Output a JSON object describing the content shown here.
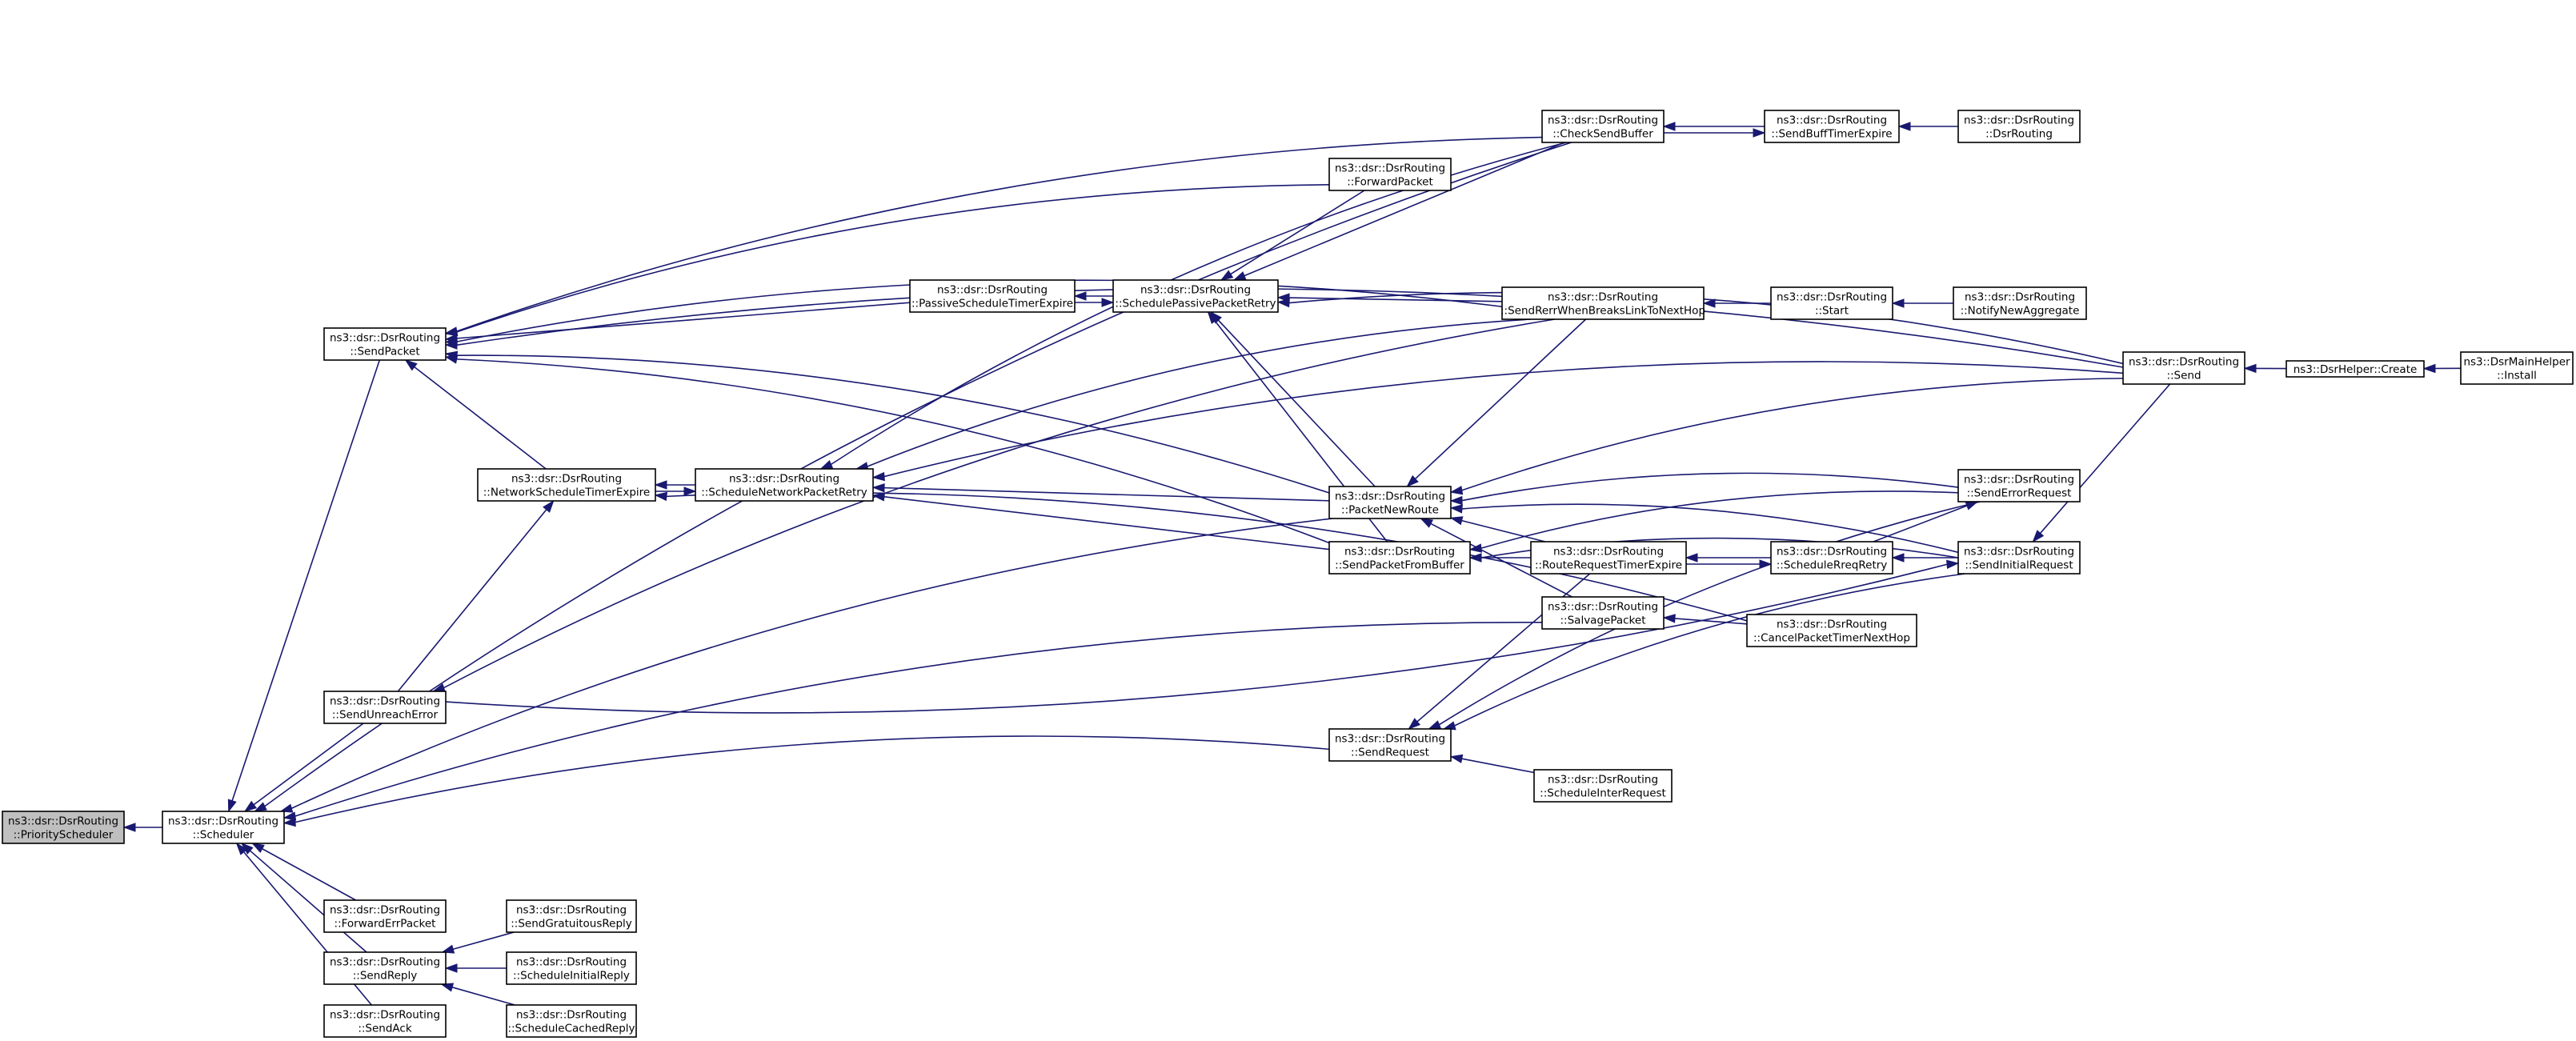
{
  "graph": {
    "type": "caller-graph",
    "nodes": [
      {
        "id": "PriorityScheduler",
        "lines": [
          "ns3::dsr::DsrRouting",
          "::PriorityScheduler"
        ],
        "highlighted": true
      },
      {
        "id": "Scheduler",
        "lines": [
          "ns3::dsr::DsrRouting",
          "::Scheduler"
        ]
      },
      {
        "id": "SendPacket",
        "lines": [
          "ns3::dsr::DsrRouting",
          "::SendPacket"
        ]
      },
      {
        "id": "NetworkScheduleTimerExpire",
        "lines": [
          "ns3::dsr::DsrRouting",
          "::NetworkScheduleTimerExpire"
        ]
      },
      {
        "id": "SendUnreachError",
        "lines": [
          "ns3::dsr::DsrRouting",
          "::SendUnreachError"
        ]
      },
      {
        "id": "ForwardErrPacket",
        "lines": [
          "ns3::dsr::DsrRouting",
          "::ForwardErrPacket"
        ]
      },
      {
        "id": "SendReply",
        "lines": [
          "ns3::dsr::DsrRouting",
          "::SendReply"
        ]
      },
      {
        "id": "SendAck",
        "lines": [
          "ns3::dsr::DsrRouting",
          "::SendAck"
        ]
      },
      {
        "id": "ScheduleNetworkPacketRetry",
        "lines": [
          "ns3::dsr::DsrRouting",
          "::ScheduleNetworkPacketRetry"
        ]
      },
      {
        "id": "SendGratuitousReply",
        "lines": [
          "ns3::dsr::DsrRouting",
          "::SendGratuitousReply"
        ]
      },
      {
        "id": "ScheduleInitialReply",
        "lines": [
          "ns3::dsr::DsrRouting",
          "::ScheduleInitialReply"
        ]
      },
      {
        "id": "ScheduleCachedReply",
        "lines": [
          "ns3::dsr::DsrRouting",
          "::ScheduleCachedReply"
        ]
      },
      {
        "id": "PassiveScheduleTimerExpire",
        "lines": [
          "ns3::dsr::DsrRouting",
          "::PassiveScheduleTimerExpire"
        ]
      },
      {
        "id": "SchedulePassivePacketRetry",
        "lines": [
          "ns3::dsr::DsrRouting",
          "::SchedulePassivePacketRetry"
        ]
      },
      {
        "id": "ForwardPacket",
        "lines": [
          "ns3::dsr::DsrRouting",
          "::ForwardPacket"
        ]
      },
      {
        "id": "PacketNewRoute",
        "lines": [
          "ns3::dsr::DsrRouting",
          "::PacketNewRoute"
        ]
      },
      {
        "id": "SendPacketFromBuffer",
        "lines": [
          "ns3::dsr::DsrRouting",
          "::SendPacketFromBuffer"
        ]
      },
      {
        "id": "SendRequest",
        "lines": [
          "ns3::dsr::DsrRouting",
          "::SendRequest"
        ]
      },
      {
        "id": "CheckSendBuffer",
        "lines": [
          "ns3::dsr::DsrRouting",
          "::CheckSendBuffer"
        ]
      },
      {
        "id": "SendRerrWhenBreaksLinkToNextHop",
        "lines": [
          "ns3::dsr::DsrRouting",
          "::SendRerrWhenBreaksLinkToNextHop"
        ]
      },
      {
        "id": "RouteRequestTimerExpire",
        "lines": [
          "ns3::dsr::DsrRouting",
          "::RouteRequestTimerExpire"
        ]
      },
      {
        "id": "SalvagePacket",
        "lines": [
          "ns3::dsr::DsrRouting",
          "::SalvagePacket"
        ]
      },
      {
        "id": "ScheduleInterRequest",
        "lines": [
          "ns3::dsr::DsrRouting",
          "::ScheduleInterRequest"
        ]
      },
      {
        "id": "SendBuffTimerExpire",
        "lines": [
          "ns3::dsr::DsrRouting",
          "::SendBuffTimerExpire"
        ]
      },
      {
        "id": "Start",
        "lines": [
          "ns3::dsr::DsrRouting",
          "::Start"
        ]
      },
      {
        "id": "ScheduleRreqRetry",
        "lines": [
          "ns3::dsr::DsrRouting",
          "::ScheduleRreqRetry"
        ]
      },
      {
        "id": "CancelPacketTimerNextHop",
        "lines": [
          "ns3::dsr::DsrRouting",
          "::CancelPacketTimerNextHop"
        ]
      },
      {
        "id": "DsrRouting",
        "lines": [
          "ns3::dsr::DsrRouting",
          "::DsrRouting"
        ]
      },
      {
        "id": "NotifyNewAggregate",
        "lines": [
          "ns3::dsr::DsrRouting",
          "::NotifyNewAggregate"
        ]
      },
      {
        "id": "SendErrorRequest",
        "lines": [
          "ns3::dsr::DsrRouting",
          "::SendErrorRequest"
        ]
      },
      {
        "id": "SendInitialRequest",
        "lines": [
          "ns3::dsr::DsrRouting",
          "::SendInitialRequest"
        ]
      },
      {
        "id": "Send",
        "lines": [
          "ns3::dsr::DsrRouting",
          "::Send"
        ]
      },
      {
        "id": "DsrHelperCreate",
        "lines": [
          "ns3::DsrHelper::Create"
        ]
      },
      {
        "id": "DsrMainHelperInstall",
        "lines": [
          "ns3::DsrMainHelper",
          "::Install"
        ]
      }
    ],
    "edges": [
      {
        "from": "Scheduler",
        "to": "PriorityScheduler"
      },
      {
        "from": "SendPacket",
        "to": "Scheduler"
      },
      {
        "from": "SendUnreachError",
        "to": "Scheduler"
      },
      {
        "from": "ForwardErrPacket",
        "to": "Scheduler"
      },
      {
        "from": "SendReply",
        "to": "Scheduler"
      },
      {
        "from": "SendAck",
        "to": "Scheduler"
      },
      {
        "from": "PacketNewRoute",
        "to": "Scheduler"
      },
      {
        "from": "SalvagePacket",
        "to": "Scheduler"
      },
      {
        "from": "SendRequest",
        "to": "Scheduler"
      },
      {
        "from": "CheckSendBuffer",
        "to": "Scheduler"
      },
      {
        "from": "PassiveScheduleTimerExpire",
        "to": "SendPacket"
      },
      {
        "from": "NetworkScheduleTimerExpire",
        "to": "SendPacket"
      },
      {
        "from": "ForwardPacket",
        "to": "SendPacket"
      },
      {
        "from": "CheckSendBuffer",
        "to": "SendPacket"
      },
      {
        "from": "SendRerrWhenBreaksLinkToNextHop",
        "to": "SendPacket"
      },
      {
        "from": "PacketNewRoute",
        "to": "SendPacket"
      },
      {
        "from": "SendPacketFromBuffer",
        "to": "SendPacket"
      },
      {
        "from": "Send",
        "to": "SendPacket"
      },
      {
        "from": "ScheduleNetworkPacketRetry",
        "to": "NetworkScheduleTimerExpire"
      },
      {
        "from": "SendUnreachError",
        "to": "NetworkScheduleTimerExpire"
      },
      {
        "from": "CancelPacketTimerNextHop",
        "to": "NetworkScheduleTimerExpire"
      },
      {
        "from": "NetworkScheduleTimerExpire",
        "to": "ScheduleNetworkPacketRetry"
      },
      {
        "from": "PacketNewRoute",
        "to": "ScheduleNetworkPacketRetry"
      },
      {
        "from": "SendPacketFromBuffer",
        "to": "ScheduleNetworkPacketRetry"
      },
      {
        "from": "CheckSendBuffer",
        "to": "ScheduleNetworkPacketRetry"
      },
      {
        "from": "SendRerrWhenBreaksLinkToNextHop",
        "to": "ScheduleNetworkPacketRetry"
      },
      {
        "from": "Send",
        "to": "ScheduleNetworkPacketRetry"
      },
      {
        "from": "SendGratuitousReply",
        "to": "SendReply"
      },
      {
        "from": "ScheduleInitialReply",
        "to": "SendReply"
      },
      {
        "from": "ScheduleCachedReply",
        "to": "SendReply"
      },
      {
        "from": "SendRerrWhenBreaksLinkToNextHop",
        "to": "SendUnreachError"
      },
      {
        "from": "SchedulePassivePacketRetry",
        "to": "PassiveScheduleTimerExpire"
      },
      {
        "from": "PassiveScheduleTimerExpire",
        "to": "SchedulePassivePacketRetry"
      },
      {
        "from": "ForwardPacket",
        "to": "SchedulePassivePacketRetry"
      },
      {
        "from": "CheckSendBuffer",
        "to": "SchedulePassivePacketRetry"
      },
      {
        "from": "SendRerrWhenBreaksLinkToNextHop",
        "to": "SchedulePassivePacketRetry"
      },
      {
        "from": "Send",
        "to": "SchedulePassivePacketRetry"
      },
      {
        "from": "PacketNewRoute",
        "to": "SchedulePassivePacketRetry"
      },
      {
        "from": "SendPacketFromBuffer",
        "to": "SchedulePassivePacketRetry"
      },
      {
        "from": "SendRerrWhenBreaksLinkToNextHop",
        "to": "PacketNewRoute"
      },
      {
        "from": "RouteRequestTimerExpire",
        "to": "PacketNewRoute"
      },
      {
        "from": "SalvagePacket",
        "to": "PacketNewRoute"
      },
      {
        "from": "SendErrorRequest",
        "to": "PacketNewRoute"
      },
      {
        "from": "SendInitialRequest",
        "to": "PacketNewRoute"
      },
      {
        "from": "Send",
        "to": "PacketNewRoute"
      },
      {
        "from": "RouteRequestTimerExpire",
        "to": "SendPacketFromBuffer"
      },
      {
        "from": "SendErrorRequest",
        "to": "SendPacketFromBuffer"
      },
      {
        "from": "SendInitialRequest",
        "to": "SendPacketFromBuffer"
      },
      {
        "from": "SendBuffTimerExpire",
        "to": "CheckSendBuffer"
      },
      {
        "from": "CheckSendBuffer",
        "to": "SendBuffTimerExpire"
      },
      {
        "from": "DsrRouting",
        "to": "SendBuffTimerExpire"
      },
      {
        "from": "Start",
        "to": "SendRerrWhenBreaksLinkToNextHop"
      },
      {
        "from": "NotifyNewAggregate",
        "to": "Start"
      },
      {
        "from": "ScheduleRreqRetry",
        "to": "RouteRequestTimerExpire"
      },
      {
        "from": "RouteRequestTimerExpire",
        "to": "ScheduleRreqRetry"
      },
      {
        "from": "SendInitialRequest",
        "to": "ScheduleRreqRetry"
      },
      {
        "from": "CancelPacketTimerNextHop",
        "to": "SalvagePacket"
      },
      {
        "from": "ScheduleInterRequest",
        "to": "SendRequest"
      },
      {
        "from": "SendErrorRequest",
        "to": "SendRequest"
      },
      {
        "from": "SendInitialRequest",
        "to": "SendRequest"
      },
      {
        "from": "RouteRequestTimerExpire",
        "to": "SendRequest"
      },
      {
        "from": "ScheduleRreqRetry",
        "to": "SendErrorRequest"
      },
      {
        "from": "Send",
        "to": "SendInitialRequest"
      },
      {
        "from": "SendUnreachError",
        "to": "SendInitialRequest"
      },
      {
        "from": "DsrHelperCreate",
        "to": "Send"
      },
      {
        "from": "DsrMainHelperInstall",
        "to": "DsrHelperCreate"
      }
    ]
  }
}
